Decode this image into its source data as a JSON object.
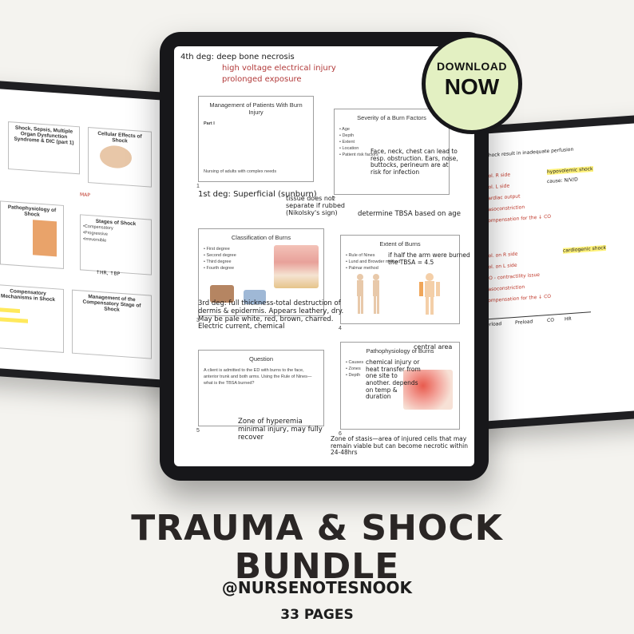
{
  "badge": {
    "line1": "DOWNLOAD",
    "line2": "NOW"
  },
  "product": {
    "title_line1": "TRAUMA & SHOCK",
    "title_line2": "BUNDLE",
    "handle": "@NURSENOTESNOOK",
    "pages": "33 PAGES"
  },
  "left_tablet": {
    "slide1_title": "Shock, Sepsis, Multiple Organ Dysfunction Syndrome & DIC (part 1)",
    "slide2_title": "Cellular Effects of Shock",
    "slide3_title": "Pathophysiology of Shock",
    "slide4_title": "Stages of Shock",
    "slide4_items": [
      "•Compensatory",
      "•Progressive",
      "•Irreversible"
    ],
    "slide5_title": "Compensatory Mechanisms in Shock",
    "slide6_title": "Management of the Compensatory Stage of Shock",
    "note_red": "MAP",
    "note_bp": "↑HR, ↑BP"
  },
  "main_tablet": {
    "top_notes": [
      "4th deg: deep bone necrosis",
      "high voltage electrical injury",
      "prolonged exposure"
    ],
    "slide1": {
      "title": "Management of Patients With Burn Injury",
      "sub": "Part I",
      "footer": "Nursing of adults with complex needs",
      "num": "1"
    },
    "slide2": {
      "title": "Severity of a Burn Factors",
      "bullets": [
        "• Age",
        "• Depth",
        "• Extent",
        "• Location",
        "• Patient risk factors"
      ],
      "num": "2"
    },
    "note_face": "Face, neck, chest can lead to resp. obstruction. Ears, nose, buttocks, perineum are at risk for infection",
    "note_1st": "1st deg: Superficial (sunburn)",
    "note_tissue": "tissue does not separate if rubbed (Nikolsky's sign)",
    "note_tbsa": "determine TBSA based on age",
    "slide3": {
      "title": "Classification of Burns",
      "bullets": [
        "• First degree",
        "• Second degree",
        "• Third degree",
        "• Fourth degree"
      ],
      "num": "3"
    },
    "slide4": {
      "title": "Extent of Burns",
      "bullets": [
        "• Rule of Nines",
        "• Lund and Browder method",
        "• Palmar method"
      ],
      "num": "4"
    },
    "note_arm": "if half the arm were burned the TBSA = 4.5",
    "note_3rd": "3rd deg: full thickness-total destruction of dermis & epidermis. Appears leathery, dry. May be pale white, red, brown, charred. Electric current, chemical",
    "slide5": {
      "title": "Question",
      "text": "A client is admitted to the ED with burns to the face, anterior trunk and both arms. Using the Rule of Nines—what is the TBSA burned?",
      "num": "5"
    },
    "slide6": {
      "title": "Pathophysiology of Burns",
      "bullets": [
        "• Causes",
        "• Zones",
        "• Depth"
      ],
      "num": "6"
    },
    "note_chem": "chemical injury or heat transfer from one site to another. depends on temp & duration",
    "note_central": "central area",
    "note_hyper": "Zone of hyperemia minimal injury, may fully recover",
    "note_stasis": "Zone of stasis—area of injured cells that may remain viable but can become necrotic within 24-48hrs"
  },
  "right_tablet": {
    "note_top": "of shock result in inadequate perfusion",
    "note_hypo": "hypovolemic shock",
    "note_cause": "cause: N/V/D",
    "lines": [
      "↓ vol. R side",
      "↓ vol. L side",
      "↓ cardiac output",
      "→ vasoconstriction",
      "→ compensation for the ↓ CO"
    ],
    "note_cardio": "cardiogenic shock",
    "lines2": [
      "↑ vol. on R side",
      "↑ vol. on L side",
      "↓ CO - contractility issue",
      "→ vasoconstriction",
      "→ compensation for the ↓ CO"
    ],
    "table_headers": [
      "Afterload",
      "Preload",
      "CO",
      "HR"
    ]
  }
}
